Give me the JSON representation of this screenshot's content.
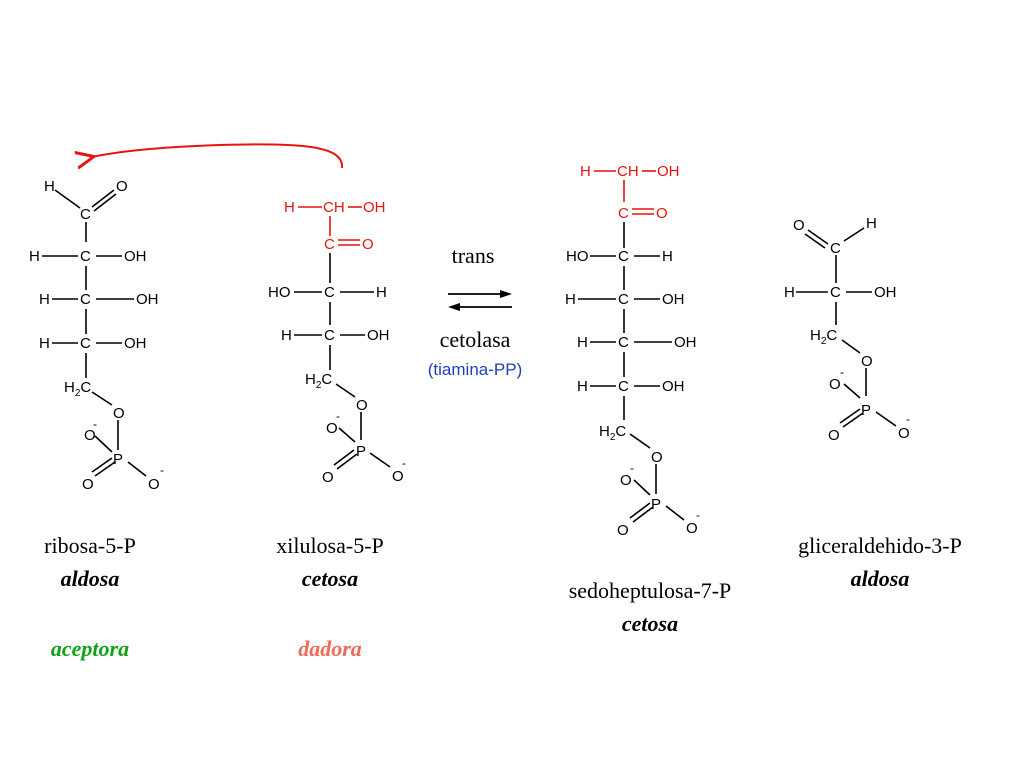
{
  "colors": {
    "ink": "#000000",
    "donor_red": "#e8140f",
    "acceptor_green": "#13a01a",
    "dadora_salmon": "#f06a5a",
    "cofactor_blue": "#1f3fb4"
  },
  "atoms": {
    "H": "H",
    "C": "C",
    "O": "O",
    "OH": "OH",
    "HO": "HO",
    "CH": "CH",
    "P": "P",
    "H2_base": "H",
    "H2_sub": "2",
    "minus": "-"
  },
  "reaction": {
    "label_top": "trans",
    "label_bottom": "cetolasa",
    "cofactor": "(tiamina-PP)"
  },
  "molecules": {
    "ribose": {
      "name": "ribosa-5-P",
      "kind": "aldosa",
      "role": "aceptora"
    },
    "xylulose": {
      "name": "xilulosa-5-P",
      "kind": "cetosa",
      "role": "dadora"
    },
    "sedoheptulose": {
      "name": "sedoheptulosa-7-P",
      "kind": "cetosa"
    },
    "glyceraldehyde": {
      "name": "gliceraldehido-3-P",
      "kind": "aldosa"
    }
  }
}
